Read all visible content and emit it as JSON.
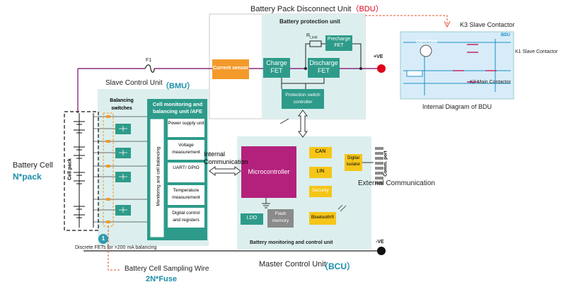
{
  "labels": {
    "bdu_title_prefix": "Battery Pack Disconnect Unit",
    "bdu_title_abbr": "（BDU）",
    "battery_protection_unit": "Battery protection unit",
    "r_limit": "R",
    "r_limit_sub": "Limit",
    "precharge_fet": "Precharge FET",
    "charge_fet": "Charge FET",
    "discharge_fet": "Discharge FET",
    "pos_ve": "+VE",
    "neg_ve": "-VE",
    "current_sensor": "Current sensor",
    "f1": "F1",
    "protection_switch_controller": "Protection switch controller",
    "slave_control_unit": "Slave Control Unit",
    "bmu": "（BMU）",
    "balancing_switches": "Balancing switches",
    "afe_title": "Cell monitoring and balancing unit /AFE",
    "monitoring_cell_balancing": "Monitoring and cell balancing",
    "afe_items": [
      "Power supply unit",
      "Voltage measurement",
      "UART/ GPIO",
      "Temperature measurement",
      "Digital control and registers"
    ],
    "cell_pack": "Cell pack",
    "battery_cell": "Battery Cell",
    "n_pack": "N*pack",
    "internal_communication": "Internal Communication",
    "microcontroller": "Microcontroller",
    "can": "CAN",
    "lin": "LIN",
    "security": "Security",
    "ldo": "LDO",
    "flash_memory": "Flash memory",
    "bluetooth": "Bluetooth®",
    "digital_isolator": "Digital isolator",
    "comm_port": "Comm. port",
    "external_communication": "External Communication",
    "battery_monitoring_control_unit": "Battery monitoring and control unit",
    "master_control_unit": "Master Control Unit",
    "bcu": "（BCU）",
    "discrete_fets": "Discrete FETs for >200 mA balancing",
    "badge_number": "1",
    "battery_cell_sampling_wire": "Battery Cell Sampling Wire",
    "fuse_count": "2N*Fuse",
    "k3_slave_contactor": "K3 Slave Contactor",
    "internal_diagram_bdu": "Internal Diagram of BDU",
    "k1_slave_contactor": "K1 Slave Contactor",
    "k2_main_contactor": "K2 Main Contactor",
    "inset_cshv": "CSHV1500",
    "inset_bdu": "BDU"
  },
  "colors": {
    "panel": "#dcefee",
    "green": "#2e9b8a",
    "orange": "#f39a2b",
    "magenta": "#b3217c",
    "yellow": "#f5c518",
    "grey": "#8a8a8a",
    "red": "#e0001b",
    "blue": "#1a8fc6",
    "teal_text": "#1b8ea8",
    "wire": "#8a2a7a"
  }
}
